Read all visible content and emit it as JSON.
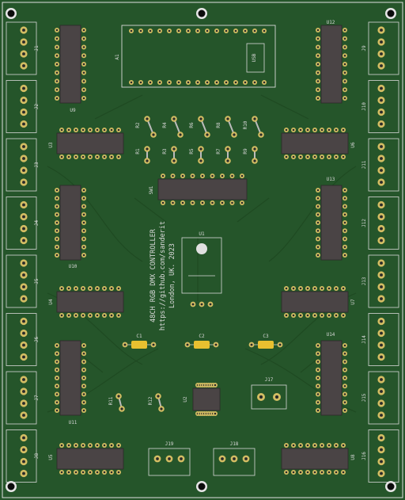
{
  "board": {
    "title_lines": [
      "48CH RGB DMX CONTROLLER",
      "https://github.com/sanderit",
      "London, UK. 2023"
    ]
  },
  "colors": {
    "board": "#25552a",
    "trace": "#1f4a22",
    "outline": "#d8d8d8",
    "ic_body": "#4a4445",
    "pad": "#d3bd63",
    "cap": "#e8c030"
  },
  "designators": {
    "left_connectors": [
      "J1",
      "J2",
      "J3",
      "J4",
      "J5",
      "J6",
      "J7",
      "J8"
    ],
    "right_connectors": [
      "J9",
      "J10",
      "J11",
      "J12",
      "J13",
      "J14",
      "J15",
      "J16"
    ],
    "module": "A1",
    "usb": "USB",
    "top_resistors": [
      "R2",
      "R4",
      "R6",
      "R8",
      "R10"
    ],
    "bottom_resistors": [
      "R1",
      "R3",
      "R5",
      "R7",
      "R9"
    ],
    "switch": "SW1",
    "regulator": "U1",
    "caps": [
      "C1",
      "C2",
      "C3"
    ],
    "chips": {
      "u2": "U2",
      "u3": "U3",
      "u4": "U4",
      "u5": "U5",
      "u6": "U6",
      "u7": "U7",
      "u8": "U8",
      "u9": "U9",
      "u10": "U10",
      "u11": "U11",
      "u12": "U12",
      "u13": "U13",
      "u14": "U14"
    },
    "r11": "R11",
    "r12": "R12",
    "j17": "J17",
    "j18": "J18",
    "j19": "J19"
  }
}
